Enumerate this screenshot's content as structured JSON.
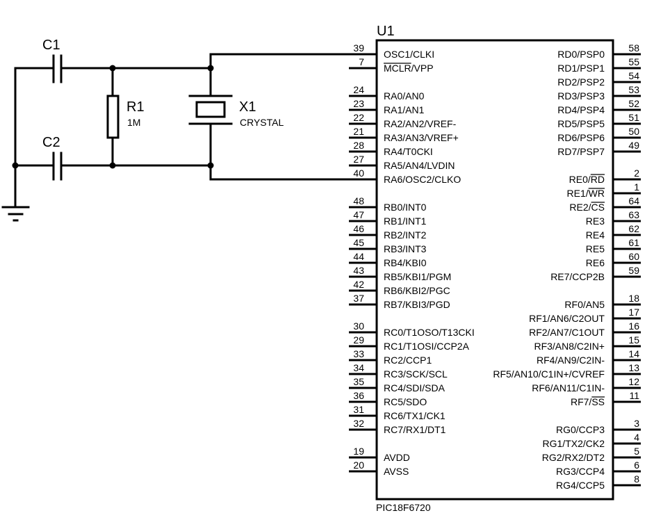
{
  "components": {
    "c1": {
      "ref": "C1"
    },
    "c2": {
      "ref": "C2"
    },
    "r1": {
      "ref": "R1",
      "value": "1M"
    },
    "x1": {
      "ref": "X1",
      "value": "CRYSTAL"
    },
    "u1": {
      "ref": "U1",
      "part": "PIC18F6720",
      "left_pins": [
        {
          "num": "39",
          "name": "OSC1/CLKI"
        },
        {
          "num": "7",
          "name": "MCLR/VPP",
          "overline": "MCLR"
        },
        {
          "num": "24",
          "name": "RA0/AN0"
        },
        {
          "num": "23",
          "name": "RA1/AN1"
        },
        {
          "num": "22",
          "name": "RA2/AN2/VREF-"
        },
        {
          "num": "21",
          "name": "RA3/AN3/VREF+"
        },
        {
          "num": "28",
          "name": "RA4/T0CKI"
        },
        {
          "num": "27",
          "name": "RA5/AN4/LVDIN"
        },
        {
          "num": "40",
          "name": "RA6/OSC2/CLKO"
        },
        {
          "num": "48",
          "name": "RB0/INT0"
        },
        {
          "num": "47",
          "name": "RB1/INT1"
        },
        {
          "num": "46",
          "name": "RB2/INT2"
        },
        {
          "num": "45",
          "name": "RB3/INT3"
        },
        {
          "num": "44",
          "name": "RB4/KBI0"
        },
        {
          "num": "43",
          "name": "RB5/KBI1/PGM"
        },
        {
          "num": "42",
          "name": "RB6/KBI2/PGC"
        },
        {
          "num": "37",
          "name": "RB7/KBI3/PGD"
        },
        {
          "num": "30",
          "name": "RC0/T1OSO/T13CKI"
        },
        {
          "num": "29",
          "name": "RC1/T1OSI/CCP2A"
        },
        {
          "num": "33",
          "name": "RC2/CCP1"
        },
        {
          "num": "34",
          "name": "RC3/SCK/SCL"
        },
        {
          "num": "35",
          "name": "RC4/SDI/SDA"
        },
        {
          "num": "36",
          "name": "RC5/SDO"
        },
        {
          "num": "31",
          "name": "RC6/TX1/CK1"
        },
        {
          "num": "32",
          "name": "RC7/RX1/DT1"
        },
        {
          "num": "19",
          "name": "AVDD"
        },
        {
          "num": "20",
          "name": "AVSS"
        }
      ],
      "right_pins": [
        {
          "num": "58",
          "name": "RD0/PSP0"
        },
        {
          "num": "55",
          "name": "RD1/PSP1"
        },
        {
          "num": "54",
          "name": "RD2/PSP2"
        },
        {
          "num": "53",
          "name": "RD3/PSP3"
        },
        {
          "num": "52",
          "name": "RD4/PSP4"
        },
        {
          "num": "51",
          "name": "RD5/PSP5"
        },
        {
          "num": "50",
          "name": "RD6/PSP6"
        },
        {
          "num": "49",
          "name": "RD7/PSP7"
        },
        {
          "num": "2",
          "name": "RE0/RD",
          "overline": "RD"
        },
        {
          "num": "1",
          "name": "RE1/WR",
          "overline": "WR"
        },
        {
          "num": "64",
          "name": "RE2/CS",
          "overline": "CS"
        },
        {
          "num": "63",
          "name": "RE3"
        },
        {
          "num": "62",
          "name": "RE4"
        },
        {
          "num": "61",
          "name": "RE5"
        },
        {
          "num": "60",
          "name": "RE6"
        },
        {
          "num": "59",
          "name": "RE7/CCP2B"
        },
        {
          "num": "18",
          "name": "RF0/AN5"
        },
        {
          "num": "17",
          "name": "RF1/AN6/C2OUT"
        },
        {
          "num": "16",
          "name": "RF2/AN7/C1OUT"
        },
        {
          "num": "15",
          "name": "RF3/AN8/C2IN+"
        },
        {
          "num": "14",
          "name": "RF4/AN9/C2IN-"
        },
        {
          "num": "13",
          "name": "RF5/AN10/C1IN+/CVREF"
        },
        {
          "num": "12",
          "name": "RF6/AN11/C1IN-"
        },
        {
          "num": "11",
          "name": "RF7/SS",
          "overline": "SS"
        },
        {
          "num": "3",
          "name": "RG0/CCP3"
        },
        {
          "num": "4",
          "name": "RG1/TX2/CK2"
        },
        {
          "num": "5",
          "name": "RG2/RX2/DT2"
        },
        {
          "num": "6",
          "name": "RG3/CCP4"
        },
        {
          "num": "8",
          "name": "RG4/CCP5"
        }
      ]
    }
  }
}
